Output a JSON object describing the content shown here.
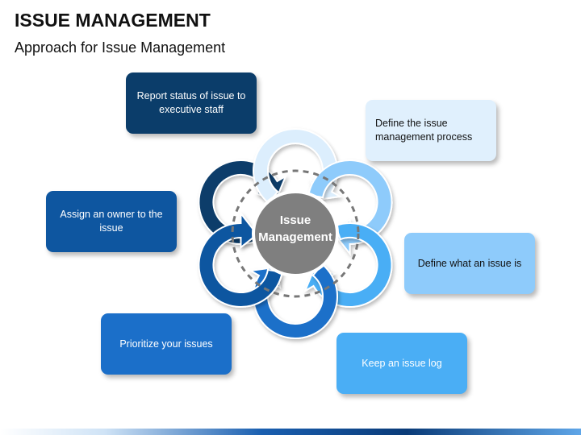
{
  "header": {
    "title": "ISSUE MANAGEMENT",
    "subtitle": "Approach for Issue Management"
  },
  "diagram": {
    "center_label_line1": "Issue",
    "center_label_line2": "Management",
    "steps": [
      {
        "label": "Report status of issue to executive staff",
        "color": "#0b3d6a"
      },
      {
        "label": "Define the issue management process",
        "color": "#e0f0fd"
      },
      {
        "label": "Define what an issue is",
        "color": "#8ecbfb"
      },
      {
        "label": "Keep an issue log",
        "color": "#4aaef5"
      },
      {
        "label": "Prioritize your issues",
        "color": "#1b6fc9"
      },
      {
        "label": "Assign an owner to the issue",
        "color": "#0e56a0"
      }
    ],
    "arrow_colors": [
      "#0b3d6a",
      "#dceefd",
      "#8ecbfb",
      "#4aaef5",
      "#1b6fc9",
      "#0e56a0"
    ],
    "center_color": "#7f7f7f"
  }
}
